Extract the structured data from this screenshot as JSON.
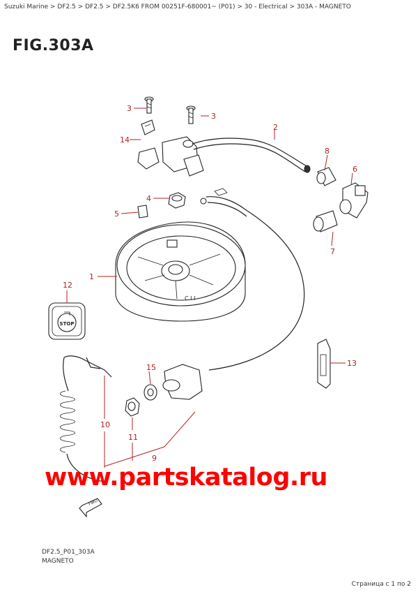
{
  "breadcrumb": "Suzuki Marine > DF2.5 > DF2.5 > DF2.5K6 FROM 00251F-680001~ (P01) > 30 - Electrical > 303A - MAGNETO",
  "figure_title": "FIG.303A",
  "callouts": {
    "c1": "1",
    "c2": "2",
    "c3a": "3",
    "c3b": "3",
    "c4": "4",
    "c5": "5",
    "c6": "6",
    "c7": "7",
    "c8": "8",
    "c9": "9",
    "c10": "10",
    "c11": "11",
    "c12": "12",
    "c13": "13",
    "c14": "14",
    "c15": "15"
  },
  "stop_label": "STOP",
  "fwd_label": "FWD",
  "flywheel_marking": "C I I",
  "watermark": "www.partskatalog.ru",
  "drawing_code": "DF2.5_P01_303A",
  "caption": "MAGNETO",
  "pager": "Страница с 1 по 2",
  "colors": {
    "callout": "#b22222",
    "watermark": "#ff0000",
    "line": "#222222"
  }
}
